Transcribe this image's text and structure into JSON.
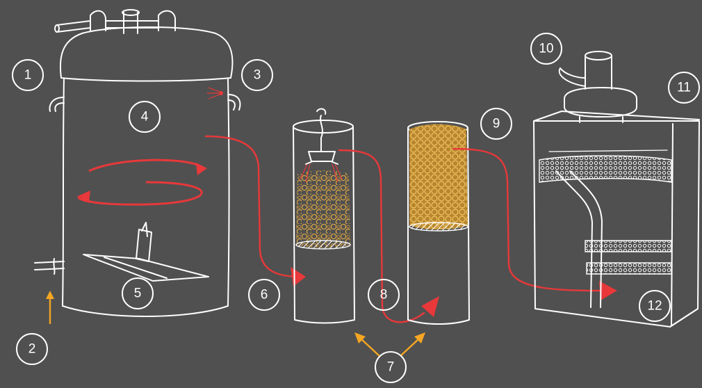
{
  "colors": {
    "background": "#505050",
    "line": "#ffffff",
    "flow_arrow": "#e8383a",
    "input_arrow": "#f5a623",
    "bead_fill": "#c8953a"
  },
  "labels": {
    "n1": "1",
    "n2": "2",
    "n3": "3",
    "n4": "4",
    "n5": "5",
    "n6": "6",
    "n7": "7",
    "n8": "8",
    "n9": "9",
    "n10": "10",
    "n11": "11",
    "n12": "12"
  }
}
